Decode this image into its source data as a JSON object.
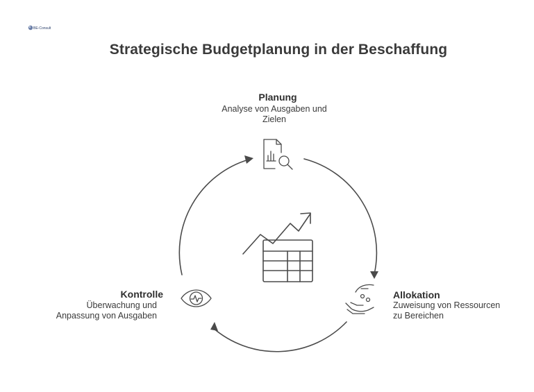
{
  "title": "Strategische Budgetplanung in der Beschaffung",
  "logo": {
    "text": "BE-Consult"
  },
  "nodes": {
    "planung": {
      "title": "Planung",
      "desc_line1": "Analyse von Ausgaben und",
      "desc_line2": "Zielen",
      "icon": "document-chart-search-icon"
    },
    "allokation": {
      "title": "Allokation",
      "desc_line1": "Zuweisung von Ressourcen",
      "desc_line2": "zu Bereichen",
      "icon": "hand-coins-icon"
    },
    "kontrolle": {
      "title": "Kontrolle",
      "desc_line1": "Überwachung und",
      "desc_line2": "Anpassung von Ausgaben",
      "icon": "eye-pulse-icon"
    }
  },
  "center_icon": "trend-table-icon",
  "colors": {
    "text": "#2f2f2f",
    "stroke": "#4a4a4a",
    "background": "#ffffff"
  }
}
